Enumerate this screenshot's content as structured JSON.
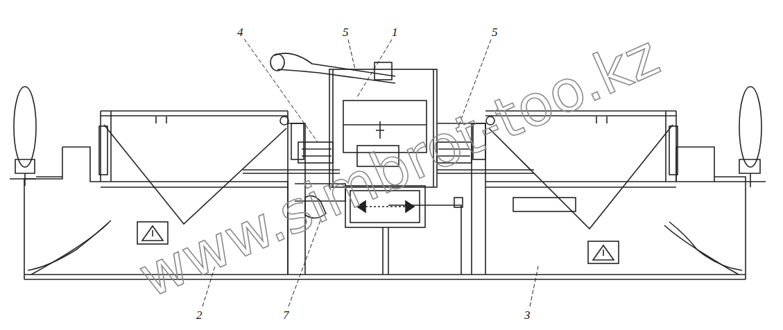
{
  "diagram": {
    "labels": [
      "4",
      "5",
      "1",
      "5",
      "2",
      "7",
      "3",
      "www.simbrot-too.kz"
    ]
  }
}
